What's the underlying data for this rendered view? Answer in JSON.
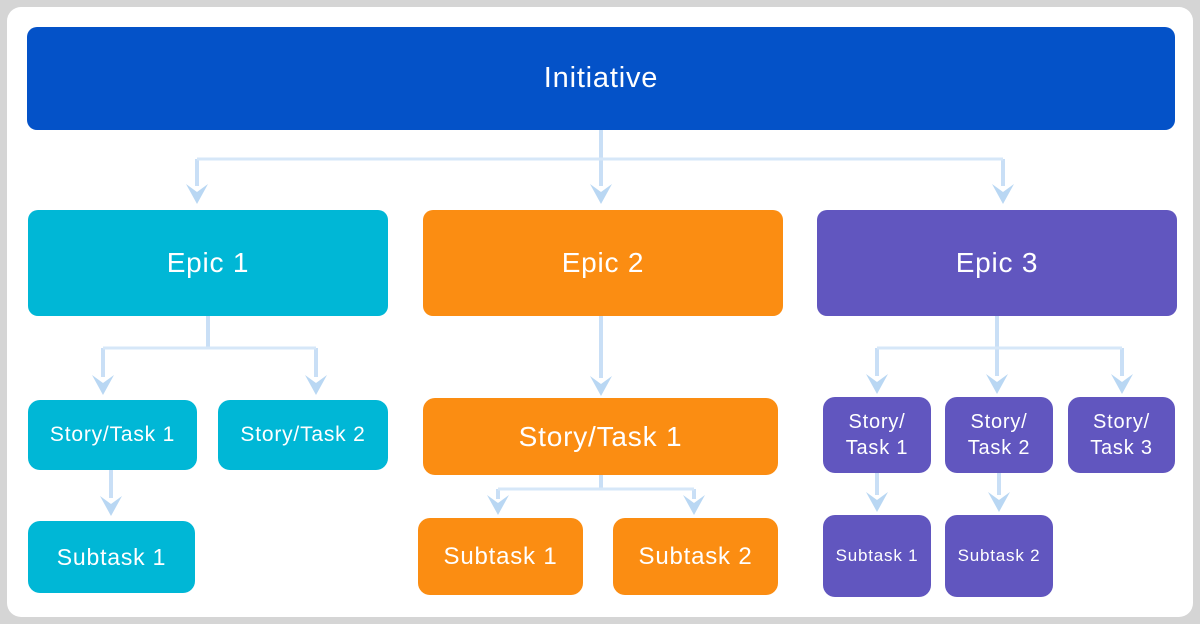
{
  "page": {
    "background": "#D5D5D5",
    "card_background": "#FFFFFF"
  },
  "palette": {
    "initiative_blue": "#0452C8",
    "epic1_cyan": "#00B7D6",
    "epic2_orange": "#FB8D12",
    "epic3_purple": "#6156BF",
    "connector_blue": "#C9DFF6",
    "arrowhead_blue": "#B9D7F3",
    "label_text": "#FFFFFF"
  },
  "hierarchy": {
    "initiative": {
      "label": "Initiative"
    },
    "columns": [
      {
        "epic": {
          "label": "Epic 1"
        },
        "stories": [
          {
            "label": "Story/Task 1"
          },
          {
            "label": "Story/Task 2"
          }
        ],
        "subtasks": [
          {
            "label": "Subtask 1"
          }
        ]
      },
      {
        "epic": {
          "label": "Epic 2"
        },
        "stories": [
          {
            "label": "Story/Task 1"
          }
        ],
        "subtasks": [
          {
            "label": "Subtask 1"
          },
          {
            "label": "Subtask 2"
          }
        ]
      },
      {
        "epic": {
          "label": "Epic 3"
        },
        "stories": [
          {
            "lines": [
              "Story/",
              "Task 1"
            ]
          },
          {
            "lines": [
              "Story/",
              "Task 2"
            ]
          },
          {
            "lines": [
              "Story/",
              "Task 3"
            ]
          }
        ],
        "subtasks": [
          {
            "label": "Subtask 1"
          },
          {
            "label": "Subtask 2"
          }
        ]
      }
    ]
  }
}
